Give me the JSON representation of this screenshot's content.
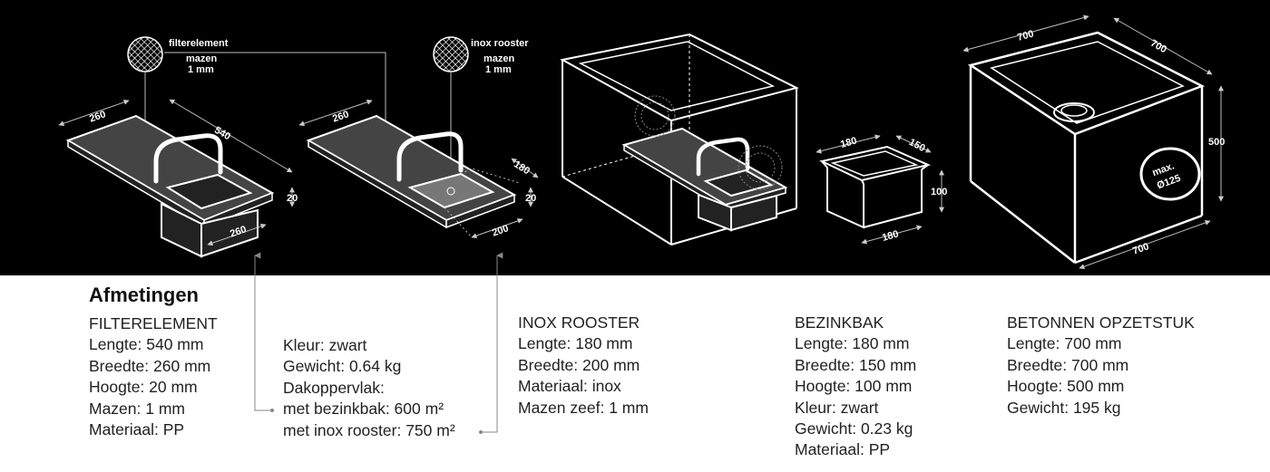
{
  "diagram": {
    "filter": {
      "mesh_label": "filterelement",
      "mesh_sub1": "mazen",
      "mesh_sub2": "1 mm",
      "dim_width": "260",
      "dim_length": "540",
      "dim_height": "20",
      "dim_tray": "260"
    },
    "rooster": {
      "mesh_label": "inox rooster",
      "mesh_sub1": "mazen",
      "mesh_sub2": "1 mm",
      "dim_width": "260",
      "dim_length": "180",
      "dim_height": "20",
      "dim_width2": "200"
    },
    "bezinkbak": {
      "dim_length": "180",
      "dim_width": "150",
      "dim_height": "100",
      "dim_bottom": "180"
    },
    "opzetstuk": {
      "dim_top_left": "700",
      "dim_top_right": "700",
      "dim_height": "500",
      "dim_bottom": "700",
      "hole_line1": "max.",
      "hole_line2": "Ø125"
    }
  },
  "heading": "Afmetingen",
  "filterelement": {
    "title": "FILTERELEMENT",
    "lines": [
      "Lengte: 540 mm",
      "Breedte: 260 mm",
      "Hoogte: 20 mm",
      "Mazen: 1 mm",
      "Materiaal: PP"
    ]
  },
  "filterelement_extra": {
    "lines": [
      "Kleur: zwart",
      "Gewicht: 0.64 kg",
      "Dakoppervlak:",
      "met bezinkbak: 600 m²",
      "met inox rooster: 750 m²"
    ]
  },
  "inox_rooster": {
    "title": "INOX ROOSTER",
    "lines": [
      "Lengte: 180 mm",
      "Breedte: 200 mm",
      "Materiaal: inox",
      "Mazen zeef: 1 mm"
    ]
  },
  "bezinkbak": {
    "title": "BEZINKBAK",
    "lines": [
      "Lengte: 180 mm",
      "Breedte: 150 mm",
      "Hoogte: 100 mm",
      "Kleur: zwart",
      "Gewicht: 0.23 kg",
      "Materiaal: PP"
    ]
  },
  "betonnen_opzetstuk": {
    "title": "BETONNEN OPZETSTUK",
    "lines": [
      "Lengte: 700 mm",
      "Breedte: 700 mm",
      "Hoogte: 500 mm",
      "Gewicht: 195 kg"
    ]
  }
}
